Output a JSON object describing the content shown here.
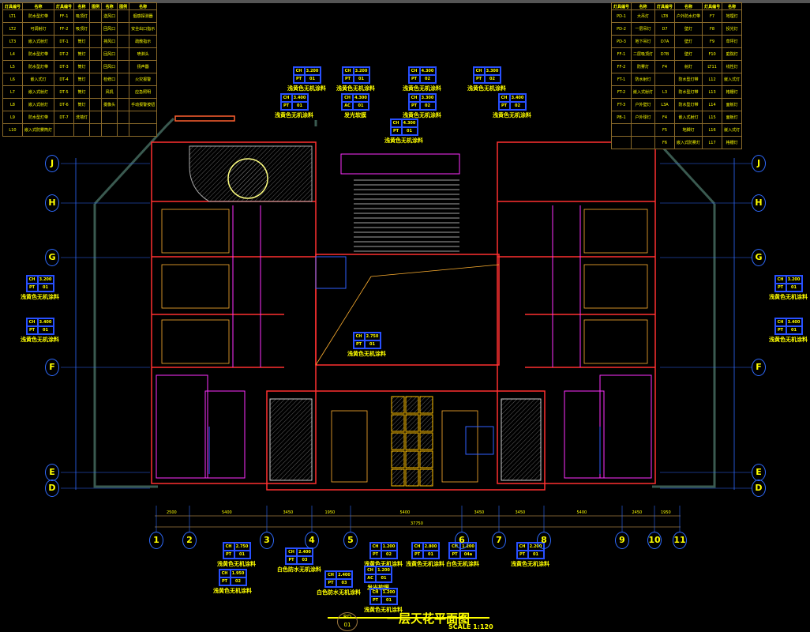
{
  "drawing": {
    "title": "一层天花平面图",
    "scale": "SCALE 1:120",
    "sheet_top": "RD",
    "sheet_bottom": "01",
    "overall_dim": "37750"
  },
  "colors": {
    "text": "#ffff00",
    "grid": "#2f6bff",
    "wall": "#ff3030",
    "magenta": "#ff30ff",
    "cyan": "#20d0d0"
  },
  "legend_left": {
    "headers": [
      "灯具编号",
      "名称",
      "灯具编号",
      "名称",
      "图例",
      "名称",
      "图例",
      "名称"
    ],
    "rows": [
      [
        "LT1",
        "防水型灯带",
        "FF-1",
        "吸顶灯",
        "",
        "送风口",
        "",
        "烟感探测器"
      ],
      [
        "LT2",
        "可调射灯",
        "FF-2",
        "吸顶灯",
        "",
        "回风口",
        "",
        "安全出口指示"
      ],
      [
        "LT3",
        "嵌入式射灯",
        "DT-1",
        "筒灯",
        "",
        "排风口",
        "",
        "疏散指示"
      ],
      [
        "L4",
        "防水型灯带",
        "DT-2",
        "筒灯",
        "",
        "回风口",
        "",
        "喷淋头"
      ],
      [
        "L5",
        "防水型灯带",
        "DT-3",
        "筒灯",
        "",
        "回风口",
        "",
        "扬声器"
      ],
      [
        "L6",
        "嵌入式灯",
        "DT-4",
        "筒灯",
        "",
        "检修口",
        "",
        "火灾报警"
      ],
      [
        "L7",
        "嵌入式射灯",
        "DT-5",
        "筒灯",
        "",
        "风机",
        "",
        "应急照明"
      ],
      [
        "L8",
        "嵌入式射灯",
        "DT-6",
        "筒灯",
        "",
        "摄像头",
        "",
        "手动报警按钮"
      ],
      [
        "L9",
        "防水型灯带",
        "DT-7",
        "洗墙灯",
        "",
        "",
        "",
        ""
      ],
      [
        "L10",
        "嵌入式防雾筒灯",
        "",
        "",
        "",
        "",
        "",
        ""
      ]
    ]
  },
  "legend_right": {
    "headers": [
      "灯具编号",
      "名称",
      "灯具编号",
      "名称",
      "灯具编号",
      "名称"
    ],
    "rows": [
      [
        "PD-1",
        "大吊灯",
        "LT8",
        "户外防水灯带",
        "F7",
        "地埋灯"
      ],
      [
        "PD-2",
        "一层吊灯",
        "D7",
        "壁灯",
        "F8",
        "投光灯"
      ],
      [
        "PD-3",
        "地下吊灯",
        "D7A",
        "壁灯",
        "F9",
        "草坪灯"
      ],
      [
        "FF-1",
        "二层吸顶灯",
        "D7B",
        "壁灯",
        "F10",
        "庭院灯"
      ],
      [
        "FF-2",
        "防雾灯",
        "F4",
        "射灯",
        "LT11",
        "线性灯"
      ],
      [
        "FT-1",
        "防水射灯",
        "",
        "防水型灯带",
        "L12",
        "嵌入式灯"
      ],
      [
        "FT-2",
        "嵌入式射灯",
        "L3",
        "防水型灯带",
        "L13",
        "格栅灯"
      ],
      [
        "FT-3",
        "户外壁灯",
        "L3A",
        "防水型灯带",
        "L14",
        "面板灯"
      ],
      [
        "PB-1",
        "户外球灯",
        "F4",
        "嵌入式射灯",
        "L15",
        "面板灯"
      ],
      [
        "",
        "",
        "F5",
        "地脚灯",
        "L16",
        "嵌入式灯"
      ],
      [
        "",
        "",
        "F6",
        "嵌入式防雾灯",
        "L17",
        "格栅灯"
      ]
    ]
  },
  "grid_cols": [
    "1",
    "2",
    "3",
    "4",
    "5",
    "6",
    "7",
    "8",
    "9",
    "10",
    "11"
  ],
  "grid_rows": [
    "J",
    "H",
    "G",
    "F",
    "E",
    "D"
  ],
  "dims_bottom": [
    "2500",
    "5400",
    "3450",
    "1950",
    "5400",
    "3450",
    "3450",
    "5400",
    "2450",
    "1950"
  ],
  "ceiling_tags": [
    {
      "ch": "CH",
      "h": "3.200",
      "pt": "PT",
      "code": "01",
      "label": "浅黄色无机涂料"
    },
    {
      "ch": "CH",
      "h": "3.200",
      "pt": "PT",
      "code": "01",
      "label": "浅黄色无机涂料"
    },
    {
      "ch": "CH",
      "h": "4.300",
      "pt": "PT",
      "code": "02",
      "label": "浅黄色无机涂料"
    },
    {
      "ch": "CH",
      "h": "3.300",
      "pt": "PT",
      "code": "02",
      "label": "浅黄色无机涂料"
    },
    {
      "ch": "CH",
      "h": "3.400",
      "pt": "PT",
      "code": "01",
      "label": "浅黄色无机涂料"
    },
    {
      "ch": "CH",
      "h": "4.300",
      "pt": "AC",
      "code": "01",
      "label": "发光软膜"
    },
    {
      "ch": "CH",
      "h": "3.300",
      "pt": "PT",
      "code": "02",
      "label": "浅黄色无机涂料"
    },
    {
      "ch": "CH",
      "h": "3.400",
      "pt": "PT",
      "code": "02",
      "label": "浅黄色无机涂料"
    },
    {
      "ch": "CH",
      "h": "4.300",
      "pt": "PT",
      "code": "01",
      "label": "浅黄色无机涂料"
    },
    {
      "ch": "CH",
      "h": "3.200",
      "pt": "PT",
      "code": "01",
      "label": "浅黄色无机涂料"
    },
    {
      "ch": "CH",
      "h": "3.400",
      "pt": "PT",
      "code": "01",
      "label": "浅黄色无机涂料"
    },
    {
      "ch": "CH",
      "h": "3.200",
      "pt": "PT",
      "code": "01",
      "label": "浅黄色无机涂料"
    },
    {
      "ch": "CH",
      "h": "3.400",
      "pt": "PT",
      "code": "01",
      "label": "浅黄色无机涂料"
    },
    {
      "ch": "CH",
      "h": "2.750",
      "pt": "PT",
      "code": "01",
      "label": "浅黄色无机涂料"
    },
    {
      "ch": "CH",
      "h": "2.750",
      "pt": "PT",
      "code": "01",
      "label": "浅黄色无机涂料"
    },
    {
      "ch": "CH",
      "h": "1.950",
      "pt": "PT",
      "code": "02",
      "label": "浅黄色无机涂料"
    },
    {
      "ch": "CH",
      "h": "2.400",
      "pt": "PT",
      "code": "03",
      "label": "白色防水无机涂料"
    },
    {
      "ch": "CH",
      "h": "2.400",
      "pt": "PT",
      "code": "03",
      "label": "白色防水无机涂料"
    },
    {
      "ch": "CH",
      "h": "1.200",
      "pt": "PT",
      "code": "02",
      "label": "浅黄色无机涂料"
    },
    {
      "ch": "CH",
      "h": "1.200",
      "pt": "AC",
      "code": "01",
      "label": "发光软膜"
    },
    {
      "ch": "CH",
      "h": "1.200",
      "pt": "PT",
      "code": "01",
      "label": "浅黄色无机涂料"
    },
    {
      "ch": "CH",
      "h": "2.800",
      "pt": "PT",
      "code": "01",
      "label": "浅黄色无机涂料"
    },
    {
      "ch": "CH",
      "h": "1.200",
      "pt": "PT",
      "code": "04a",
      "label": "白色无机涂料"
    },
    {
      "ch": "CH",
      "h": "2.200",
      "pt": "PT",
      "code": "01",
      "label": "浅黄色无机涂料"
    }
  ]
}
